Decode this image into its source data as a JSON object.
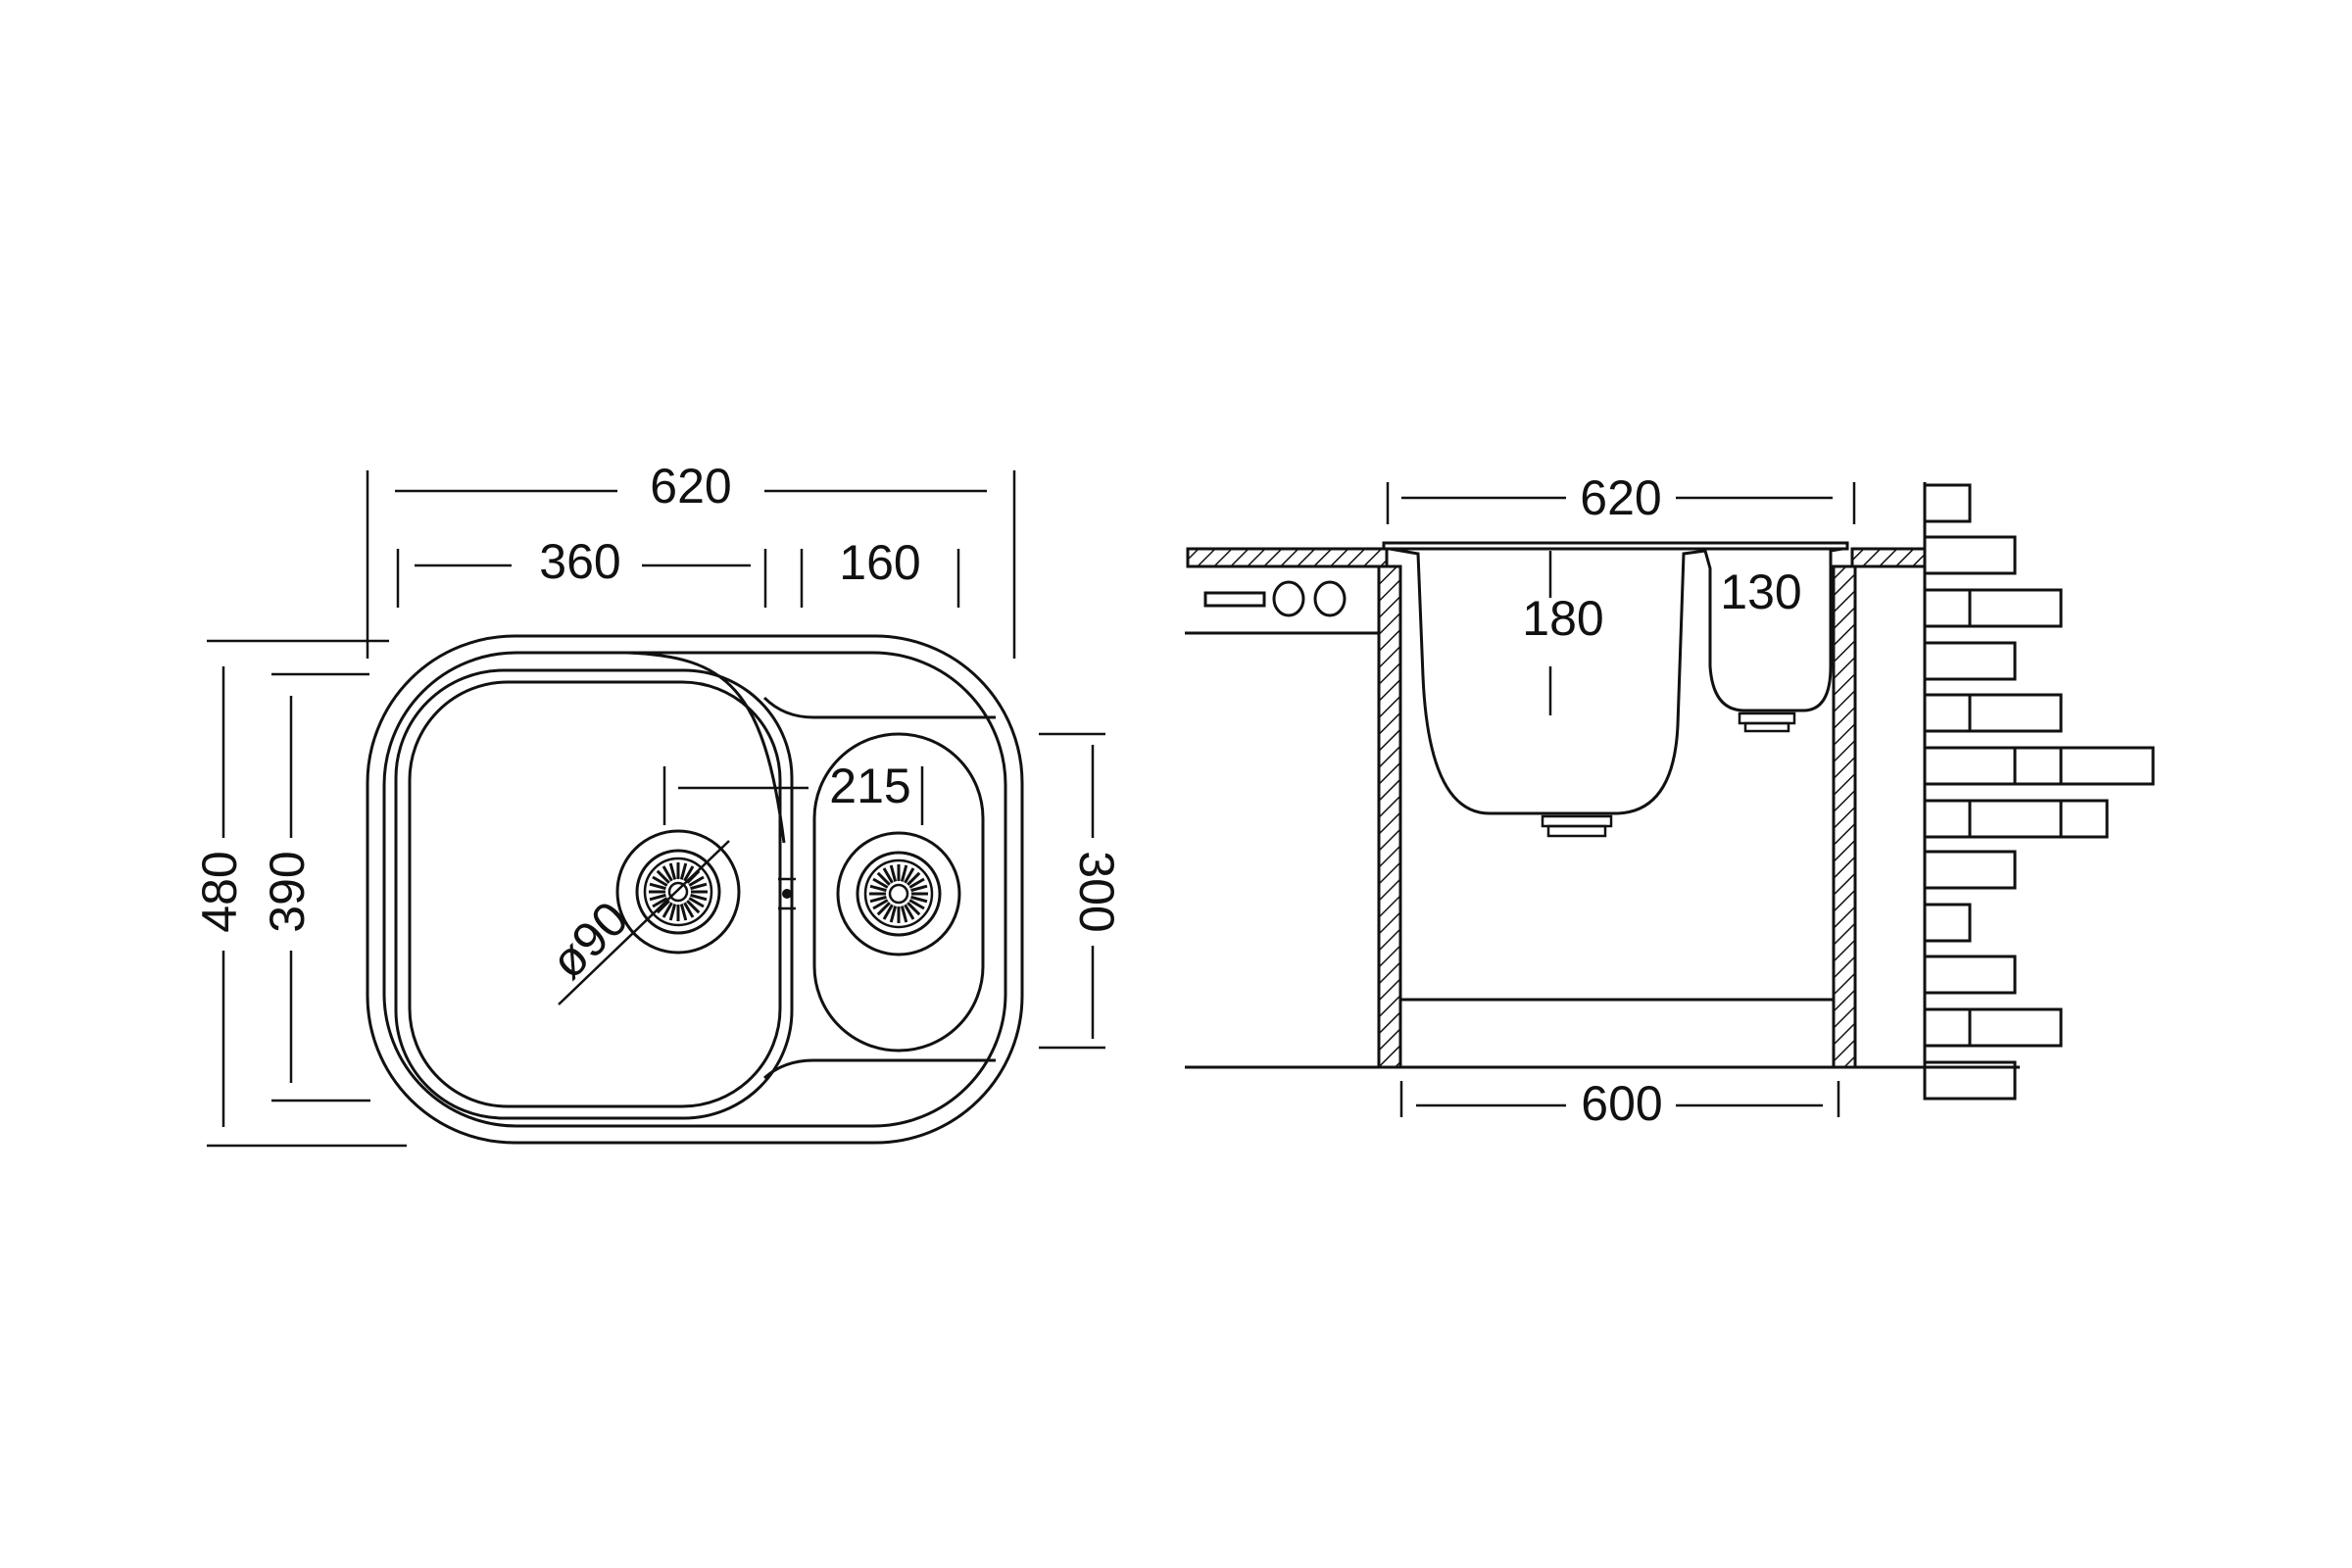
{
  "colors": {
    "line": "#111111",
    "background": "#ffffff"
  },
  "top_view": {
    "overall_width": "620",
    "bowl_main_width": "360",
    "bowl_small_width": "160",
    "overall_depth": "480",
    "bowl_main_depth": "390",
    "bowl_small_depth": "300",
    "drain_spacing": "215",
    "drain_diameter": "ø90"
  },
  "side_view": {
    "sink_width": "620",
    "main_bowl_depth": "180",
    "small_bowl_depth": "130",
    "cabinet_width": "600"
  }
}
